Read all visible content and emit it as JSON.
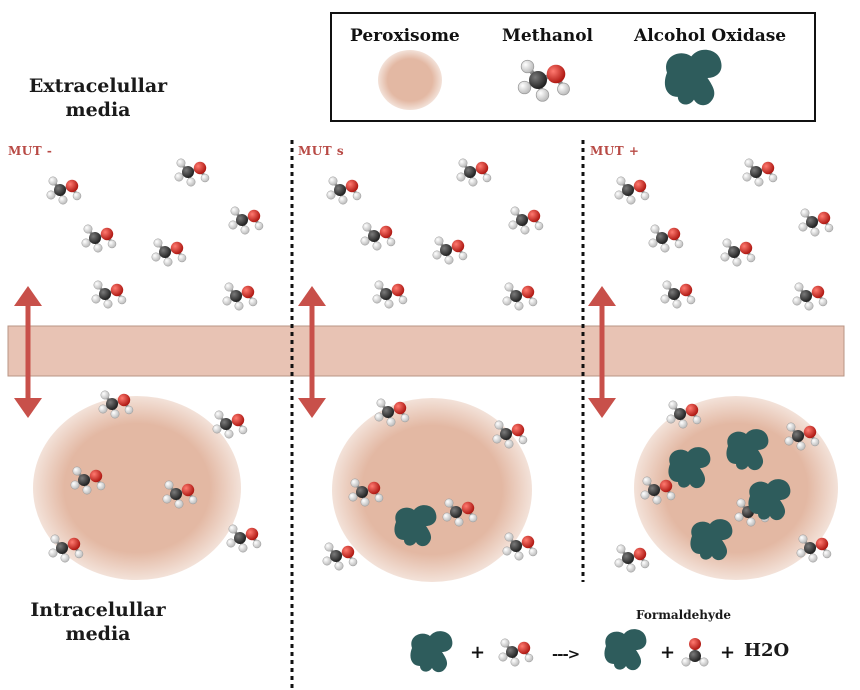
{
  "zones": {
    "extracellular": "Extracelullar\nmedia",
    "intracellular": "Intracelullar\nmedia"
  },
  "legend": {
    "peroxisome": "Peroxisome",
    "methanol": "Methanol",
    "alcohol_oxidase": "Alcohol Oxidase"
  },
  "strains": [
    {
      "label": "MUT -"
    },
    {
      "label": "MUT s"
    },
    {
      "label": "MUT +"
    }
  ],
  "reaction": {
    "product_label": "Formaldehyde",
    "plus": "+",
    "arrow": "--->",
    "water": "H2O"
  },
  "colors": {
    "membrane": "#e8c3b4",
    "peroxisome": "#e3b8a3",
    "arrow": "#c8504a",
    "enzyme": "#2e5c5c",
    "oxygen": "#d42a22",
    "carbon": "#3a3a3a",
    "hydrogen": "#f2f2f2"
  }
}
